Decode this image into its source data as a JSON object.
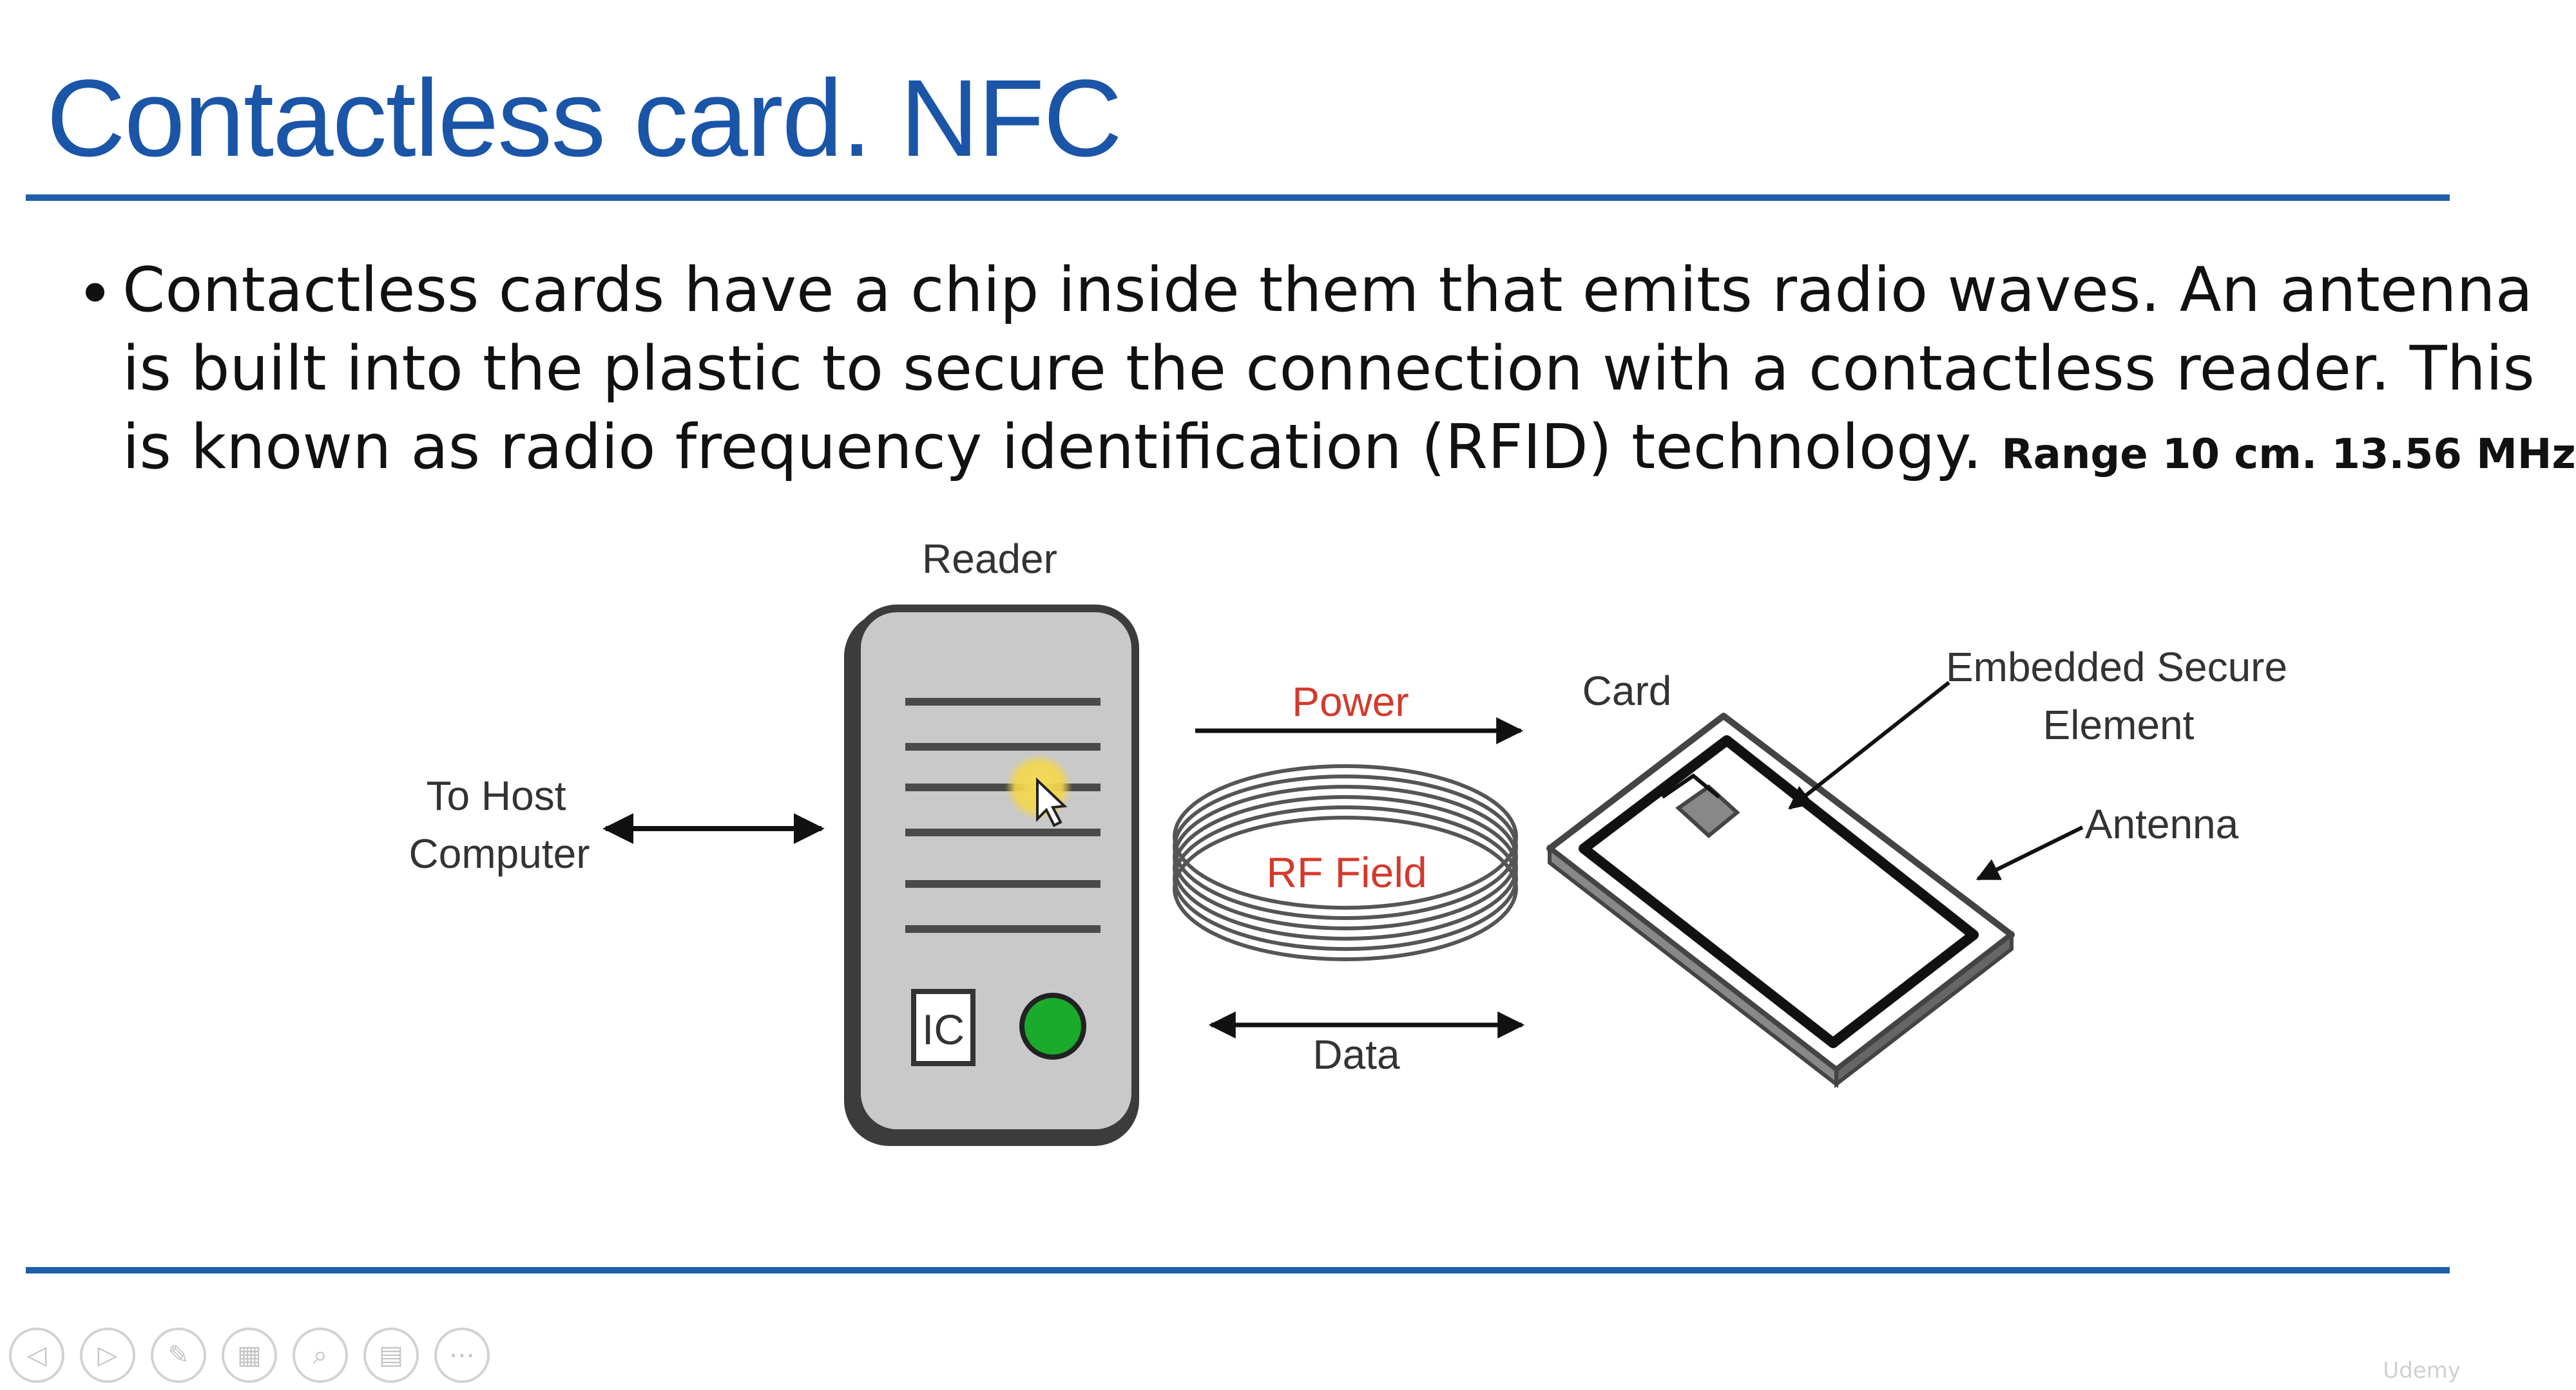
{
  "slide": {
    "title": "Contactless card. NFC",
    "bullet_lines": [
      "Contactless cards have a chip inside them that emits radio waves. An antenna",
      "is built into the plastic to secure the connection with a contactless reader. This",
      "is known as radio frequency identification (RFID) technology."
    ],
    "range_note": "Range 10 cm. 13.56 MHz"
  },
  "diagram": {
    "reader_label": "Reader",
    "host_label_line1": "To Host",
    "host_label_line2": "Computer",
    "ic_label": "IC",
    "power_label": "Power",
    "rf_field_label": "RF Field",
    "data_label": "Data",
    "card_label": "Card",
    "secure_element_line1": "Embedded Secure",
    "secure_element_line2": "Element",
    "antenna_label": "Antenna",
    "colors": {
      "title": "#1a55a8",
      "rule": "#1f5ea8",
      "reader_body": "#c9c9c9",
      "led": "#1aaa2c",
      "red_labels": "#d33a2c",
      "cursor_highlight": "#f3d64c"
    }
  },
  "toolbar": {
    "buttons": [
      "previous-icon",
      "next-icon",
      "pen-icon",
      "slides-icon",
      "zoom-icon",
      "subtitles-icon",
      "more-icon"
    ]
  },
  "watermark": "Udemy"
}
